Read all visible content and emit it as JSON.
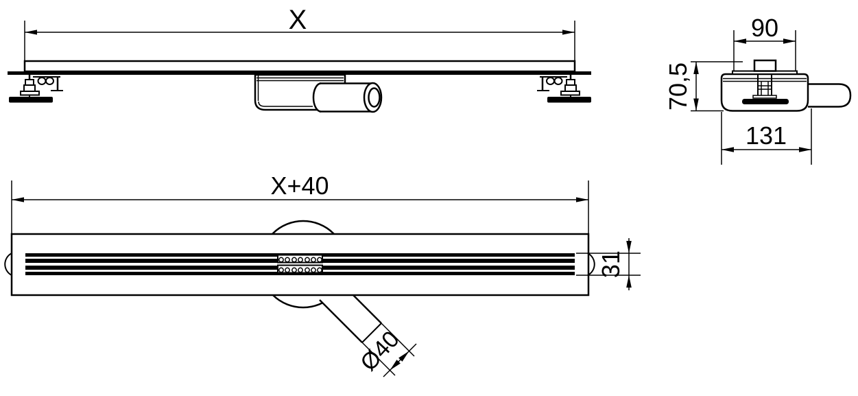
{
  "drawing": {
    "type": "technical-drawing",
    "subject": "linear shower drain with rotatable siphon outlet",
    "views": {
      "front": {
        "length_label": "X"
      },
      "end": {
        "top_width_label": "90",
        "height_label": "70,5",
        "body_width_label": "131"
      },
      "top": {
        "length_label": "X+40",
        "slot_width_label": "31",
        "pipe_diameter_label": "Ø40"
      }
    }
  },
  "colors": {
    "line": "#000000",
    "background": "#ffffff"
  }
}
